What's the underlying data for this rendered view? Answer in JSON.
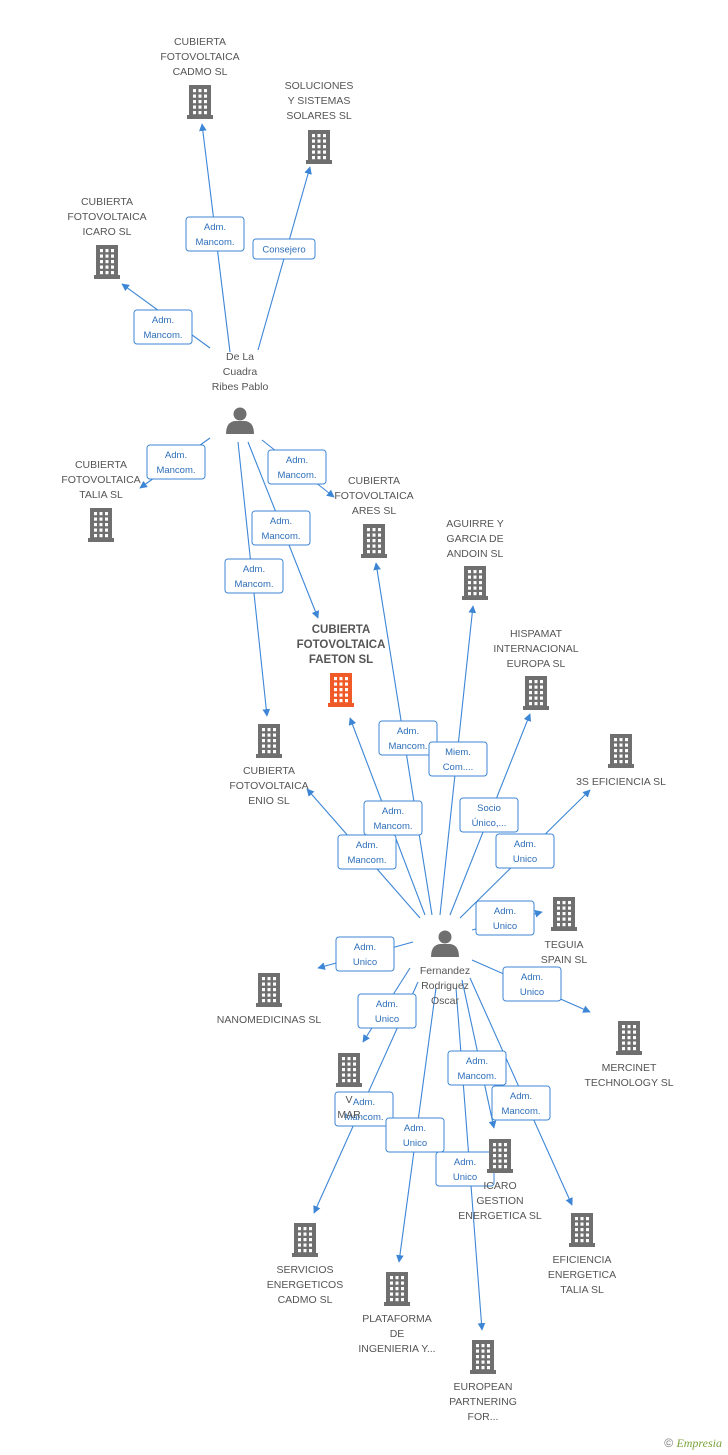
{
  "colors": {
    "edge": "#3d86d6",
    "building": "#6f6f6f",
    "focus_building": "#f05a28",
    "person": "#6f6f6f",
    "label": "#555555",
    "rel_text": "#2e6fba"
  },
  "footer": {
    "copyright": "©",
    "brand": "Empresia"
  },
  "nodes": [
    {
      "id": "cadmo",
      "type": "company",
      "icon": "building-icon",
      "label": [
        "CUBIERTA",
        "FOTOVOLTAICA",
        "CADMO SL"
      ]
    },
    {
      "id": "soluciones",
      "type": "company",
      "icon": "building-icon",
      "label": [
        "SOLUCIONES",
        "Y SISTEMAS",
        "SOLARES SL"
      ]
    },
    {
      "id": "icaro",
      "type": "company",
      "icon": "building-icon",
      "label": [
        "CUBIERTA",
        "FOTOVOLTAICA",
        "ICARO SL"
      ]
    },
    {
      "id": "pablo",
      "type": "person",
      "icon": "person-icon",
      "label": [
        "De La",
        "Cuadra",
        "Ribes Pablo"
      ]
    },
    {
      "id": "talia",
      "type": "company",
      "icon": "building-icon",
      "label": [
        "CUBIERTA",
        "FOTOVOLTAICA",
        "TALIA SL"
      ]
    },
    {
      "id": "ares",
      "type": "company",
      "icon": "building-icon",
      "label": [
        "CUBIERTA",
        "FOTOVOLTAICA",
        "ARES SL"
      ]
    },
    {
      "id": "aguirre",
      "type": "company",
      "icon": "building-icon",
      "label": [
        "AGUIRRE Y",
        "GARCIA DE",
        "ANDOIN SL"
      ]
    },
    {
      "id": "faeton",
      "type": "company",
      "icon": "building-icon",
      "focus": true,
      "label": [
        "CUBIERTA",
        "FOTOVOLTAICA",
        "FAETON SL"
      ]
    },
    {
      "id": "hispamat",
      "type": "company",
      "icon": "building-icon",
      "label": [
        "HISPAMAT",
        "INTERNACIONAL",
        "EUROPA SL"
      ]
    },
    {
      "id": "enio",
      "type": "company",
      "icon": "building-icon",
      "label": [
        "CUBIERTA",
        "FOTOVOLTAICA",
        "ENIO SL"
      ]
    },
    {
      "id": "eficiencia3s",
      "type": "company",
      "icon": "building-icon",
      "label": [
        "3S EFICIENCIA SL"
      ]
    },
    {
      "id": "teguia",
      "type": "company",
      "icon": "building-icon",
      "label": [
        "TEGUIA",
        "SPAIN SL"
      ]
    },
    {
      "id": "oscar",
      "type": "person",
      "icon": "person-icon",
      "label": [
        "Fernandez",
        "Rodriguez",
        "Oscar"
      ]
    },
    {
      "id": "nanomed",
      "type": "company",
      "icon": "building-icon",
      "label": [
        "NANOMEDICINAS SL"
      ]
    },
    {
      "id": "mercinet",
      "type": "company",
      "icon": "building-icon",
      "label": [
        "MERCINET",
        "TECHNOLOGY SL"
      ]
    },
    {
      "id": "vmar",
      "type": "company",
      "icon": "building-icon",
      "label": [
        "V",
        "MAR"
      ]
    },
    {
      "id": "icarogestion",
      "type": "company",
      "icon": "building-icon",
      "label": [
        "ICARO",
        "GESTION",
        "ENERGETICA SL"
      ]
    },
    {
      "id": "serviciosc",
      "type": "company",
      "icon": "building-icon",
      "label": [
        "SERVICIOS",
        "ENERGETICOS",
        "CADMO SL"
      ]
    },
    {
      "id": "efitalia",
      "type": "company",
      "icon": "building-icon",
      "label": [
        "EFICIENCIA",
        "ENERGETICA",
        "TALIA SL"
      ]
    },
    {
      "id": "plataforma",
      "type": "company",
      "icon": "building-icon",
      "label": [
        "PLATAFORMA",
        "DE",
        "INGENIERIA Y..."
      ]
    },
    {
      "id": "european",
      "type": "company",
      "icon": "building-icon",
      "label": [
        "EUROPEAN",
        "PARTNERING",
        "FOR..."
      ]
    }
  ],
  "edges": [
    {
      "from": "pablo",
      "to": "cadmo",
      "label": [
        "Adm.",
        "Mancom."
      ]
    },
    {
      "from": "pablo",
      "to": "soluciones",
      "label": [
        "Consejero"
      ]
    },
    {
      "from": "pablo",
      "to": "icaro",
      "label": [
        "Adm.",
        "Mancom."
      ]
    },
    {
      "from": "pablo",
      "to": "talia",
      "label": [
        "Adm.",
        "Mancom."
      ]
    },
    {
      "from": "pablo",
      "to": "ares",
      "label": [
        "Adm.",
        "Mancom."
      ]
    },
    {
      "from": "pablo",
      "to": "faeton",
      "label": [
        "Adm.",
        "Mancom."
      ]
    },
    {
      "from": "pablo",
      "to": "enio",
      "label": [
        "Adm.",
        "Mancom."
      ]
    },
    {
      "from": "oscar",
      "to": "ares",
      "label": [
        "Adm.",
        "Mancom."
      ]
    },
    {
      "from": "oscar",
      "to": "aguirre",
      "label": [
        "Miem.",
        "Com...."
      ]
    },
    {
      "from": "oscar",
      "to": "hispamat",
      "label": [
        "Socio",
        "Único,..."
      ]
    },
    {
      "from": "oscar",
      "to": "faeton",
      "label": [
        "Adm.",
        "Mancom."
      ]
    },
    {
      "from": "oscar",
      "to": "enio",
      "label": [
        "Adm.",
        "Mancom."
      ]
    },
    {
      "from": "oscar",
      "to": "eficiencia3s",
      "label": [
        "Adm.",
        "Unico"
      ]
    },
    {
      "from": "oscar",
      "to": "teguia",
      "label": [
        "Adm.",
        "Unico"
      ]
    },
    {
      "from": "oscar",
      "to": "nanomed",
      "label": [
        "Adm.",
        "Unico"
      ]
    },
    {
      "from": "oscar",
      "to": "mercinet",
      "label": [
        "Adm.",
        "Unico"
      ]
    },
    {
      "from": "oscar",
      "to": "vmar",
      "label": [
        "Adm.",
        "Unico"
      ]
    },
    {
      "from": "oscar",
      "to": "icarogestion",
      "label": [
        "Adm.",
        "Mancom."
      ]
    },
    {
      "from": "oscar",
      "to": "serviciosc",
      "label": [
        "Adm.",
        "Mancom."
      ]
    },
    {
      "from": "oscar",
      "to": "efitalia",
      "label": [
        "Adm.",
        "Mancom."
      ]
    },
    {
      "from": "oscar",
      "to": "plataforma",
      "label": [
        "Adm.",
        "Unico"
      ]
    },
    {
      "from": "oscar",
      "to": "european",
      "label": [
        "Adm.",
        "Unico"
      ]
    }
  ]
}
